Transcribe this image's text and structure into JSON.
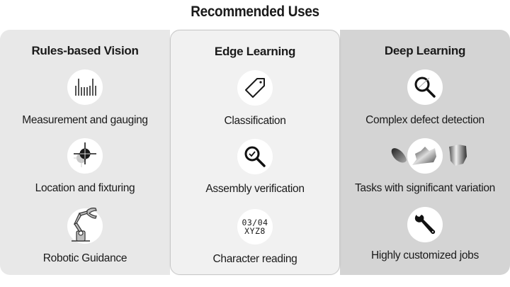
{
  "title": "Recommended Uses",
  "columns": [
    {
      "heading": "Rules-based Vision",
      "background": "#e8e8e8",
      "items": [
        {
          "label": "Measurement and gauging",
          "icon": "measurement-bars-icon"
        },
        {
          "label": "Location and fixturing",
          "icon": "crosshair-target-icon"
        },
        {
          "label": "Robotic Guidance",
          "icon": "robot-arm-icon"
        }
      ]
    },
    {
      "heading": "Edge Learning",
      "background": "#f1f1f1",
      "items": [
        {
          "label": "Classification",
          "icon": "tag-icon"
        },
        {
          "label": "Assembly verification",
          "icon": "magnifier-check-icon"
        },
        {
          "label": "Character reading",
          "icon": "ocr-text-icon",
          "icon_text": [
            "03/04",
            "XYZ8"
          ]
        }
      ]
    },
    {
      "heading": "Deep Learning",
      "background": "#d4d4d4",
      "items": [
        {
          "label": "Complex defect detection",
          "icon": "magnifier-defect-icon"
        },
        {
          "label": "Tasks with significant variation",
          "icon": "varied-shapes-icon"
        },
        {
          "label": "Highly customized jobs",
          "icon": "wrench-icon"
        }
      ]
    }
  ]
}
